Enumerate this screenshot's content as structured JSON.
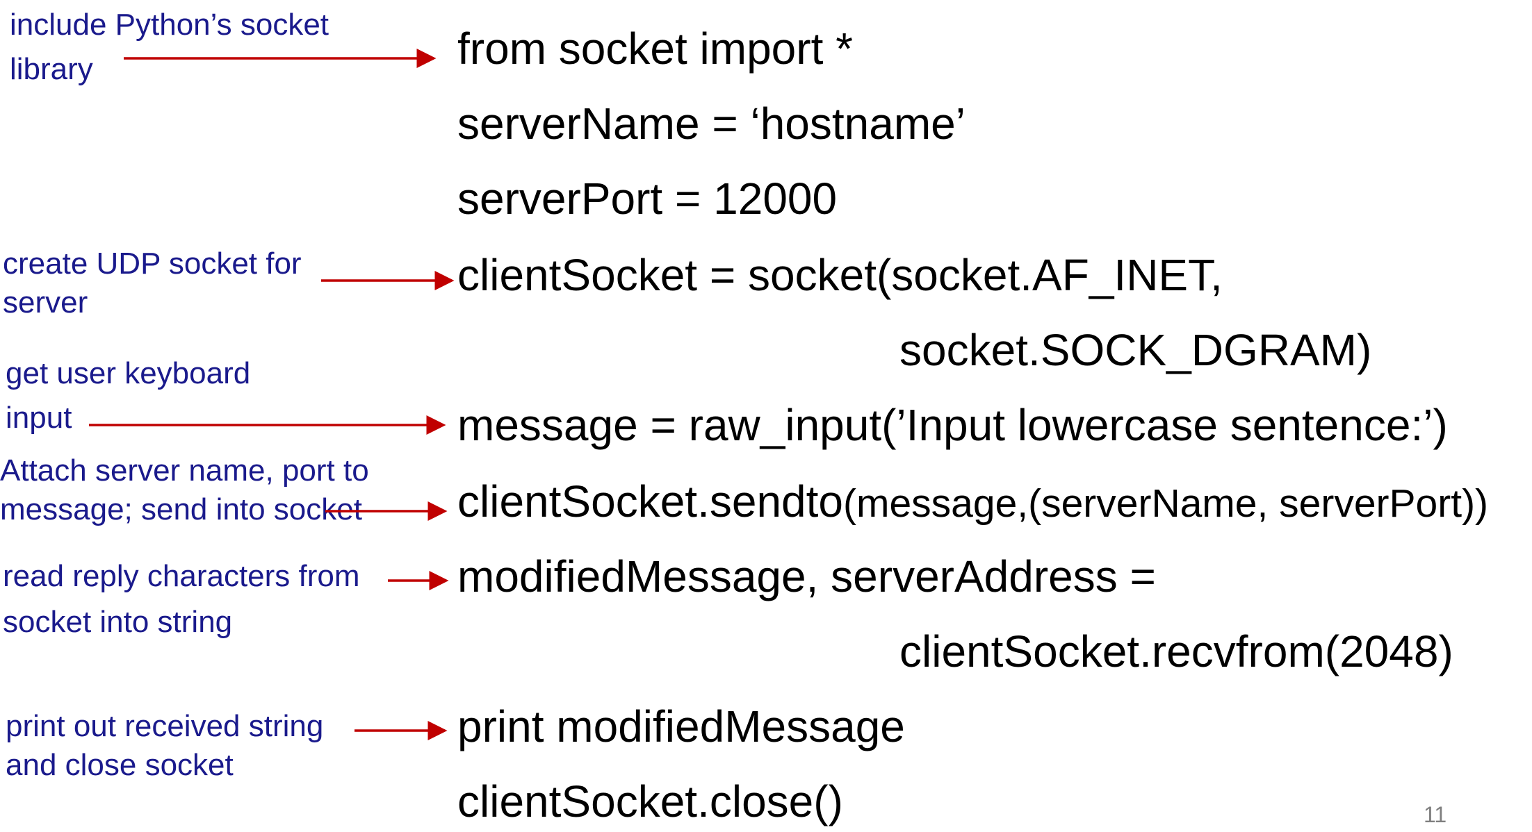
{
  "annotations": {
    "socket_library": [
      "include Python’s  socket",
      "library"
    ],
    "create_socket": [
      "create UDP socket for",
      "server"
    ],
    "keyboard_input": [
      "get user keyboard",
      "input"
    ],
    "attach_send": [
      "Attach server name, port to",
      "message; send into socket"
    ],
    "read_reply": [
      "read reply characters from",
      "socket into string"
    ],
    "print_close": [
      "print out received string",
      "and close socket"
    ]
  },
  "code": {
    "line1": "from socket import *",
    "line2": "serverName = ‘hostname’",
    "line3": "serverPort = 12000",
    "line4": "clientSocket = socket(socket.AF_INET,",
    "line5": "socket.SOCK_DGRAM)",
    "line6": "message = raw_input(’Input lowercase sentence:’)",
    "line7_main": "clientSocket.sendto",
    "line7_args": "(message,(serverName, serverPort))",
    "line8": "modifiedMessage, serverAddress =",
    "line9": "clientSocket.recvfrom(2048)",
    "line10": "print modifiedMessage",
    "line11": "clientSocket.close()"
  },
  "slide_number": "11",
  "colors": {
    "annotation_text": "#1a1a8c",
    "arrow": "#c00000",
    "code_text": "#000000"
  }
}
